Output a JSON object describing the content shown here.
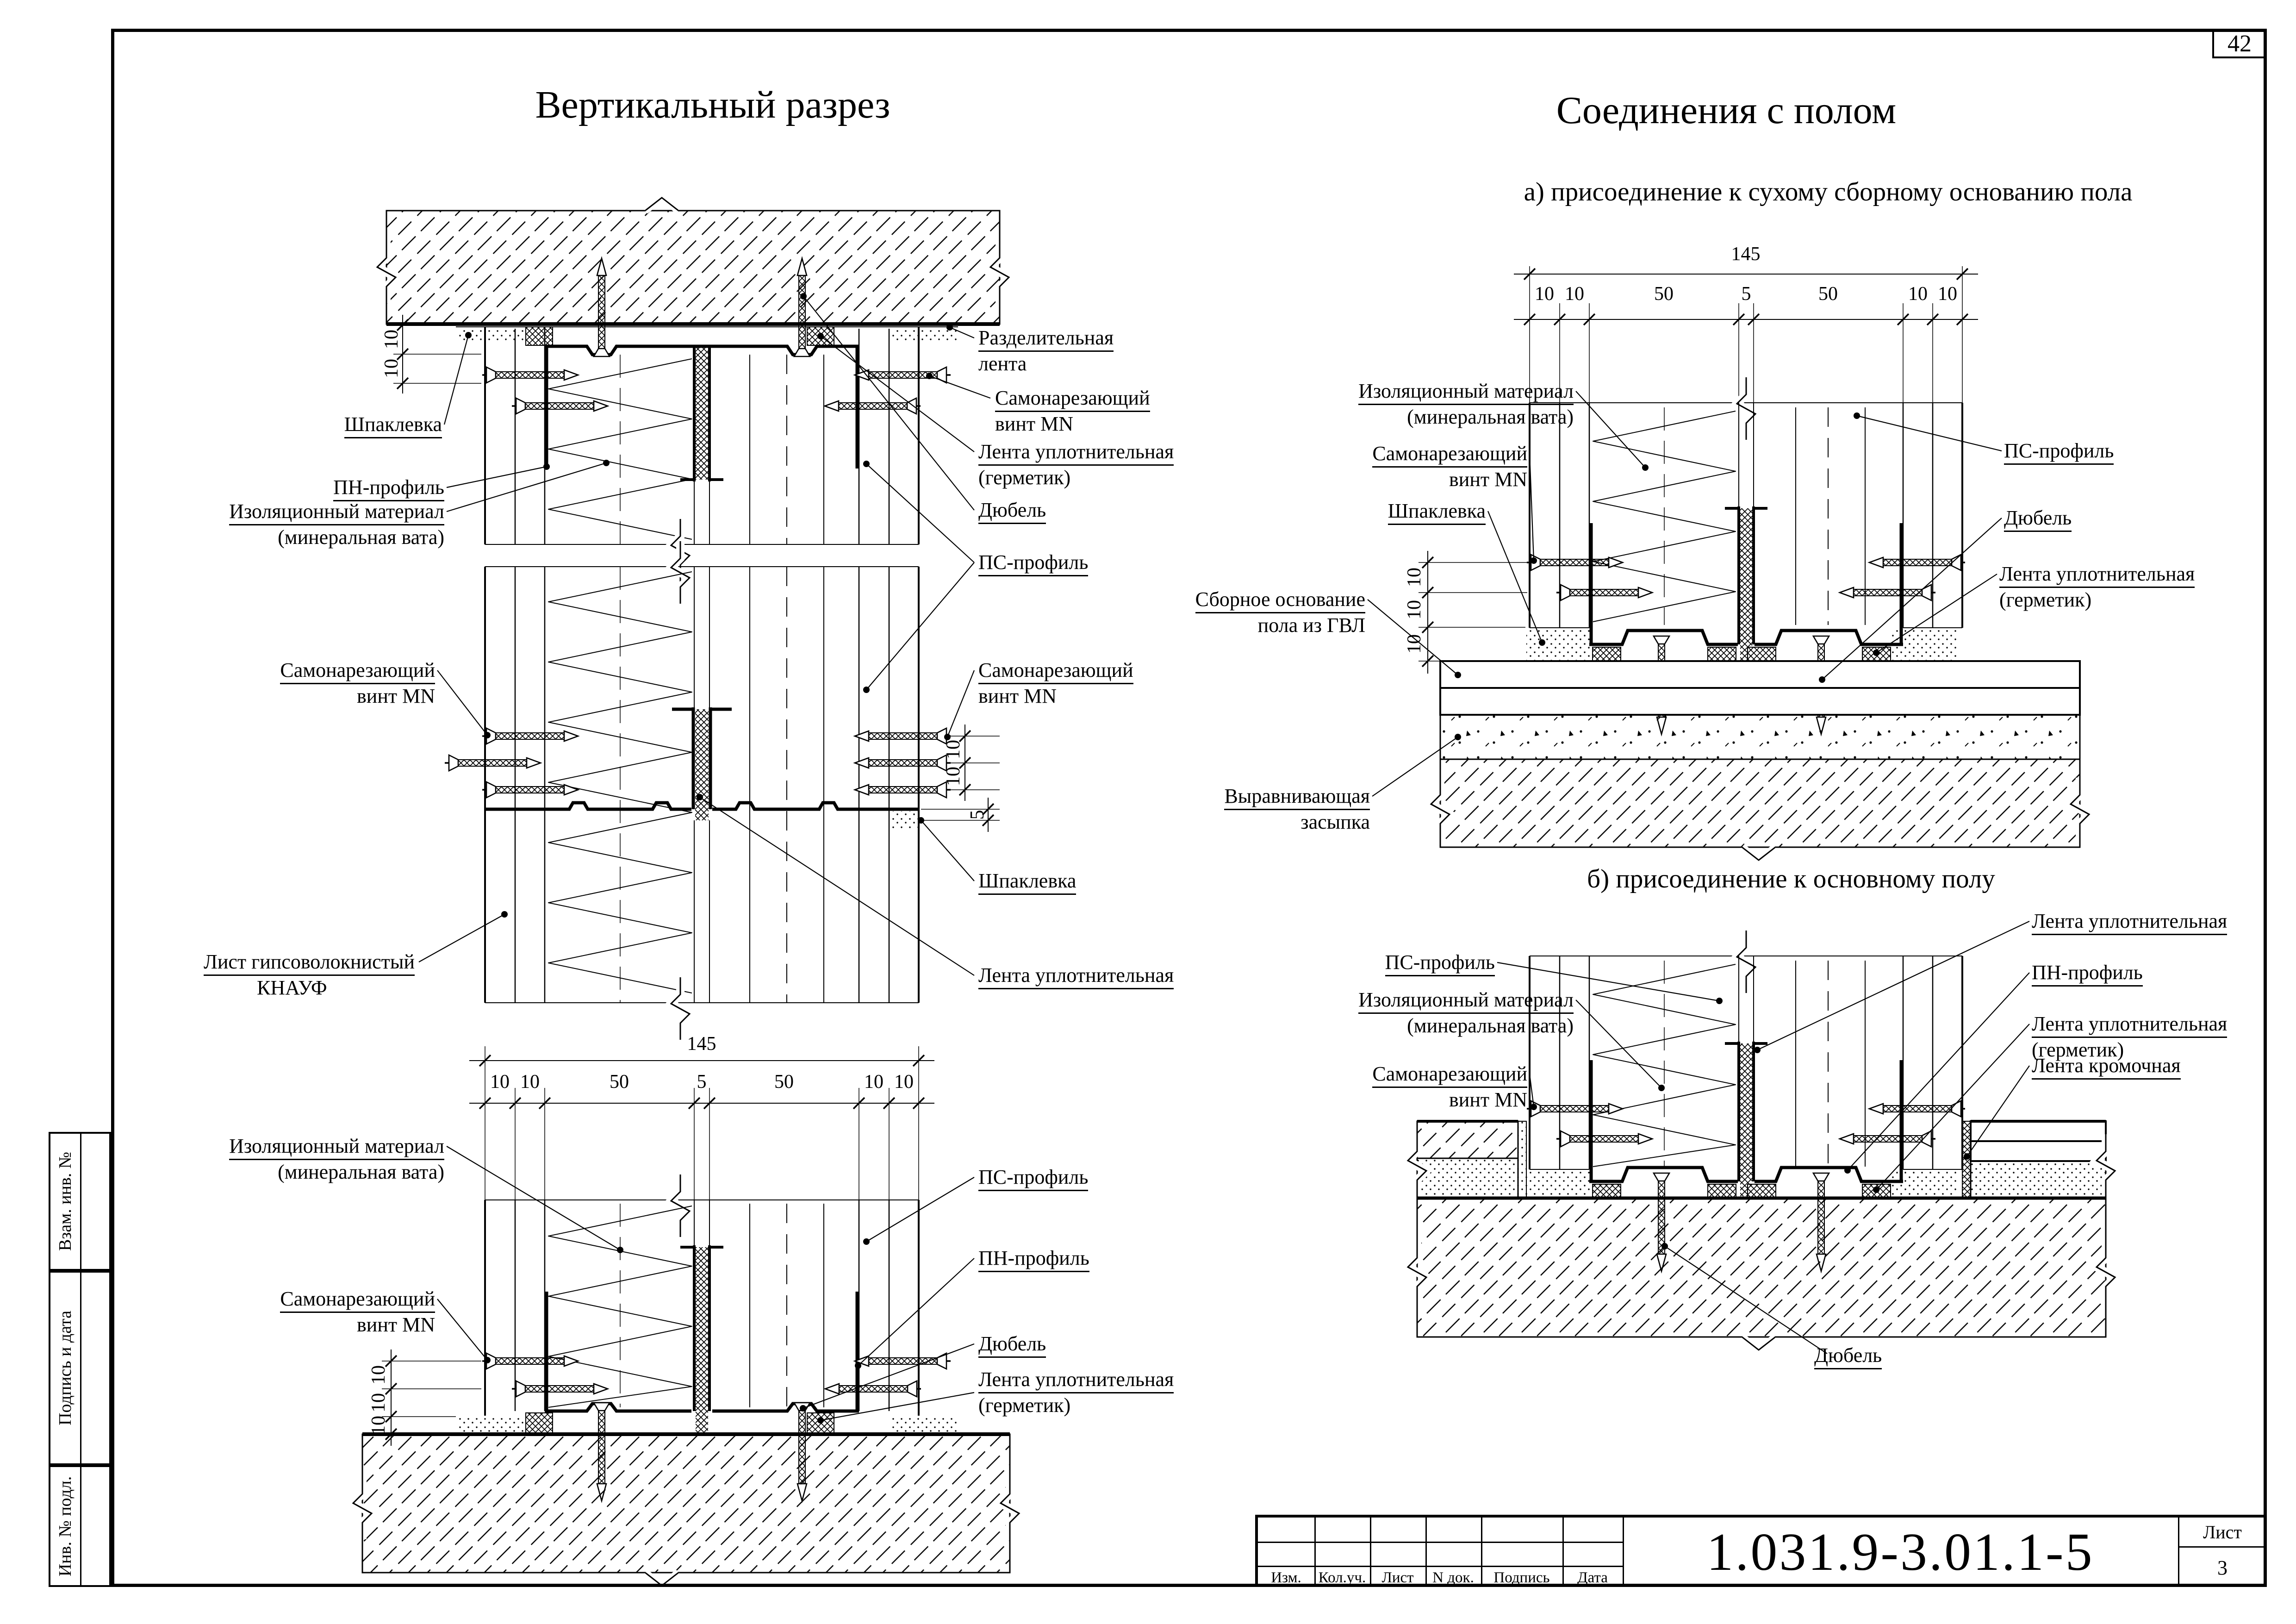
{
  "sheet": {
    "page_badge": "42",
    "doc_number": "1.031.9-3.01.1-5",
    "sheet_label": "Лист",
    "sheet_number": "3",
    "titleblock_columns": [
      "Изм.",
      "Кол.уч.",
      "Лист",
      "N док.",
      "Подпись",
      "Дата"
    ],
    "sidebar_labels": [
      "Взам. инв. №",
      "Подпись и дата",
      "Инв. № подл."
    ]
  },
  "titles": {
    "left": "Вертикальный  разрез",
    "right": "Соединения с полом",
    "sub_a": "а) присоединение к сухому сборному основанию пола",
    "sub_b": "б) присоединение  к основному полу"
  },
  "dims": {
    "total": "145",
    "d10": "10",
    "d50": "50",
    "d5": "5"
  },
  "terms": {
    "shpaklevka": "Шпаклевка",
    "pn_profile": "ПН-профиль",
    "ps_profile": "ПС-профиль",
    "insulation_1": "Изоляционный материал",
    "insulation_2": "(минеральная вата)",
    "screw_1": "Самонарезающий",
    "screw_2": "винт MN",
    "separating_1": "Разделительная",
    "separating_2": "лента",
    "sealing_tape": "Лента уплотнительная",
    "sealant_note": "(герметик)",
    "dowel": "Дюбель",
    "gvl_sheet_1": "Лист гипсоволокнистый",
    "gvl_sheet_2": "КНАУФ",
    "floor_base_1": "Сборное основание",
    "floor_base_2": "пола из ГВЛ",
    "leveling_1": "Выравнивающая",
    "leveling_2": "засыпка",
    "edge_tape": "Лента  кромочная"
  }
}
